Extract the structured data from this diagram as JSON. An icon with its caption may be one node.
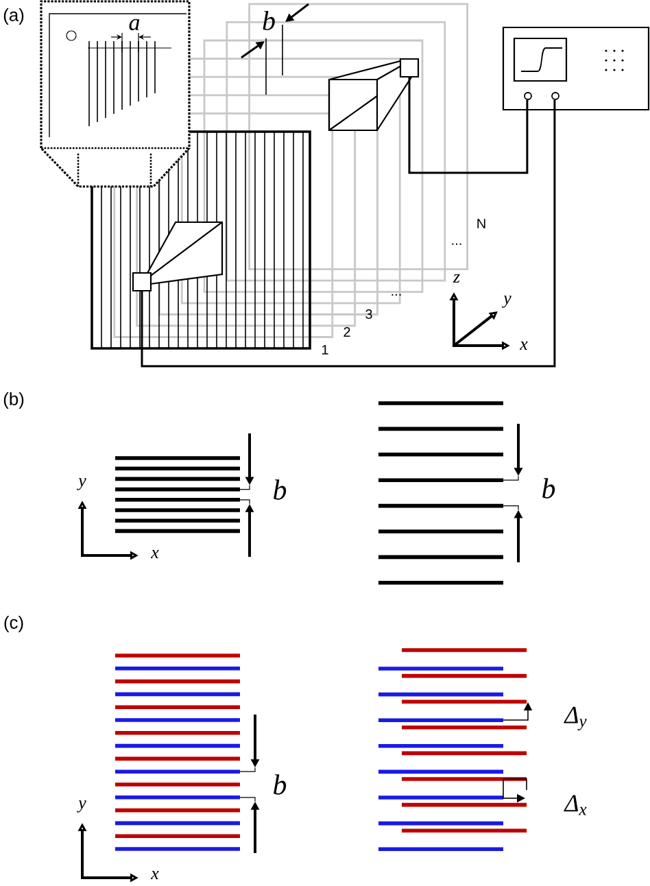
{
  "diagram": {
    "nodes": [
      {
        "text": [],
        "shape": "horn"
      },
      {
        "text": [],
        "shape": "horn"
      },
      {
        "text": [],
        "shape": "box"
      }
    ],
    "edges": [
      {
        "from": 1,
        "to": 2,
        "arrow": "none"
      },
      {
        "from": 0,
        "to": 2,
        "arrow": "none"
      }
    ],
    "labels": [
      "(a)",
      "a",
      "b",
      "N",
      "...",
      "3",
      "...",
      "2",
      "1",
      "z",
      "y",
      "x",
      "(b)",
      "y",
      "x",
      "b",
      "b",
      "(c)",
      "b",
      "y",
      "x",
      "Δ$_{y}$",
      "Δ$_{x}$"
    ]
  }
}
